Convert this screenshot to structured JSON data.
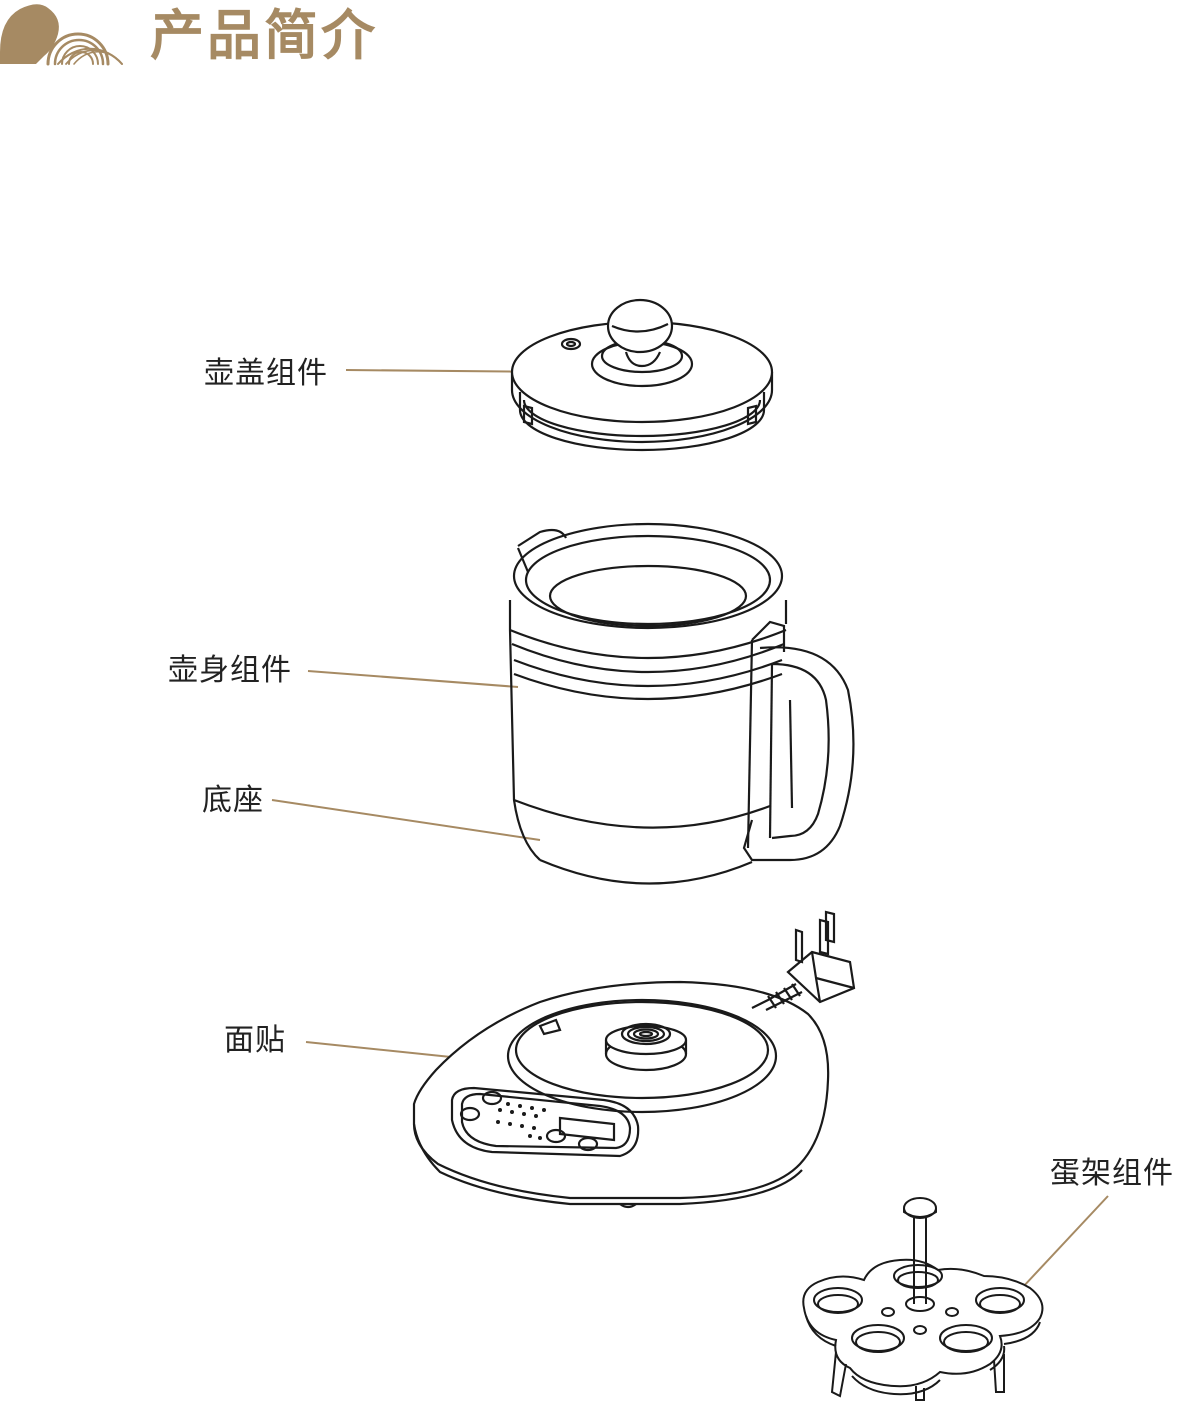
{
  "header": {
    "title": "产品简介"
  },
  "parts": {
    "lid": "壶盖组件",
    "body": "壶身组件",
    "base": "底座",
    "panel": "面贴",
    "egg_rack": "蛋架组件"
  },
  "colors": {
    "brand": "#A68A63",
    "line": "#1a1a1a",
    "leader": "#A68A63",
    "text": "#222222"
  }
}
